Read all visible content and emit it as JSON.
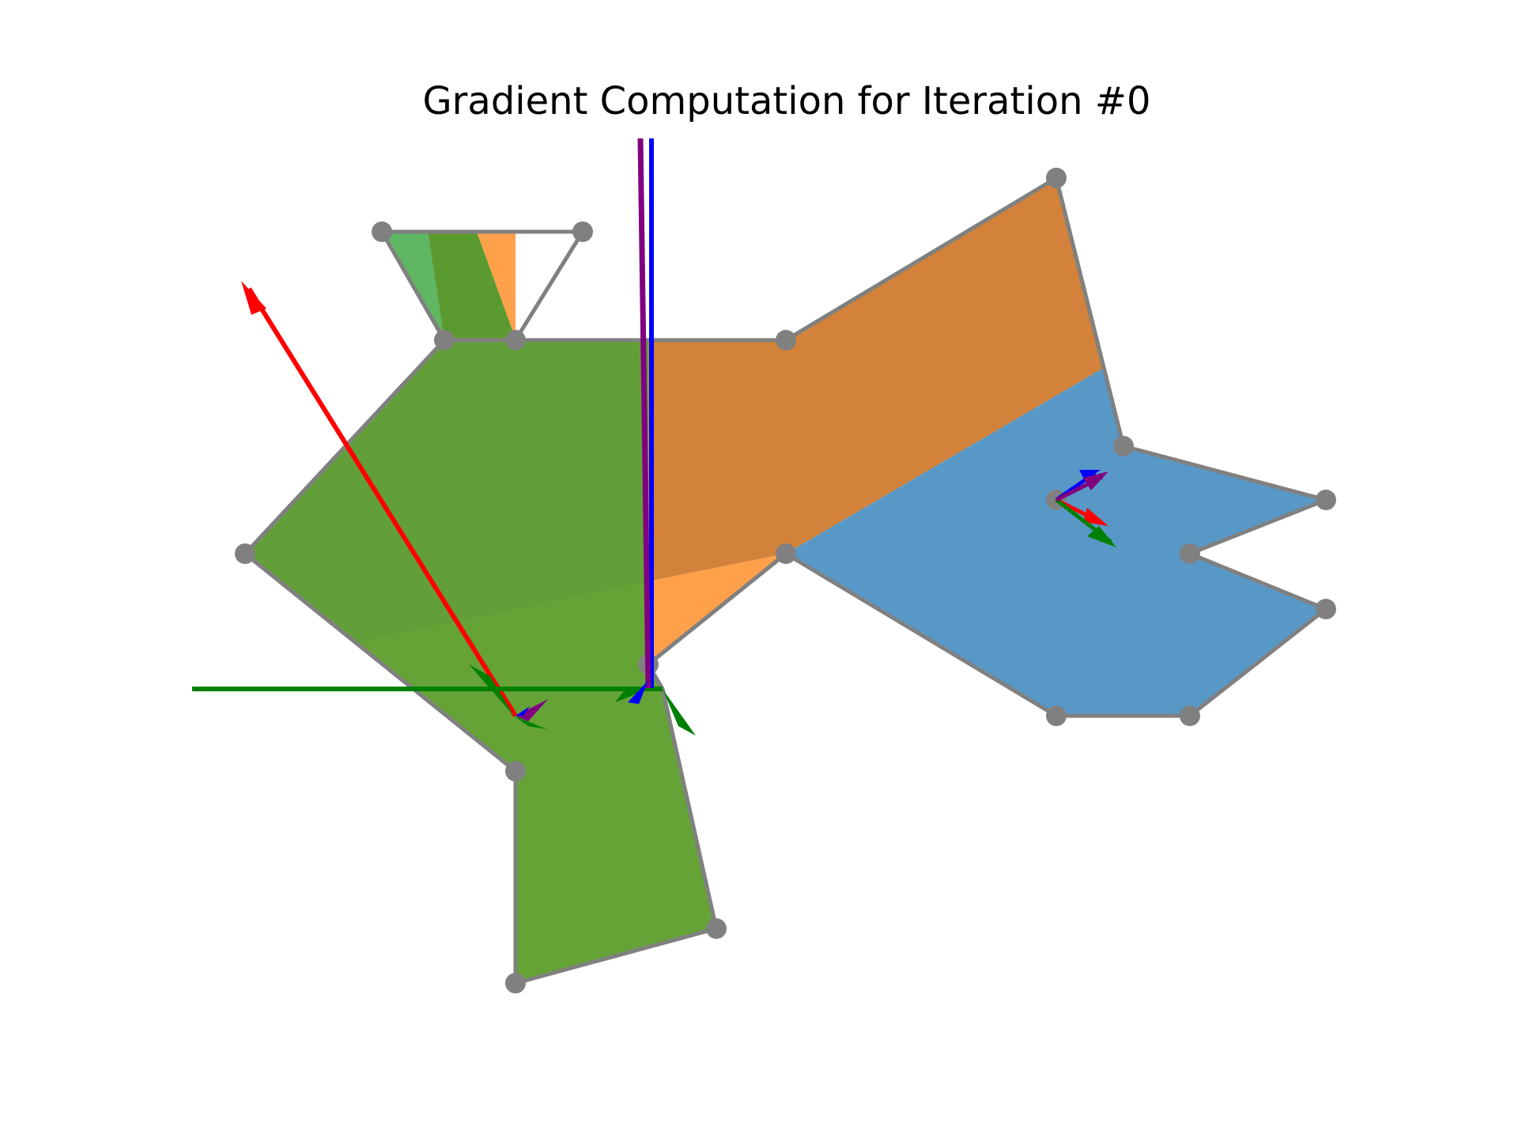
{
  "title": "Gradient Computation for Iteration #0",
  "colors": {
    "outline": "#808080",
    "region_green": "#4f9224",
    "region_orange": "#d2823a",
    "region_blue": "#5798c7",
    "region_light_orange": "#ffa04b",
    "region_light_green": "#5fb663",
    "arrow_red": "#ff0000",
    "arrow_green": "#008000",
    "arrow_blue": "#0000ff",
    "arrow_purple": "#800080"
  },
  "arrow_groups": [
    {
      "name": "group-left",
      "arrows": [
        "red",
        "green",
        "blue",
        "purple"
      ]
    },
    {
      "name": "group-center",
      "arrows": [
        "red",
        "green",
        "blue",
        "purple"
      ]
    },
    {
      "name": "group-right",
      "arrows": [
        "red",
        "green",
        "blue",
        "purple"
      ]
    }
  ]
}
